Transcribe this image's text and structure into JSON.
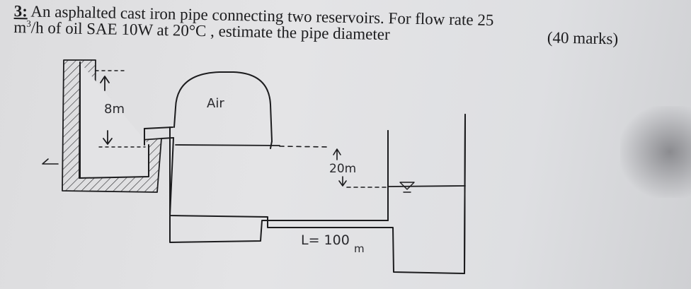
{
  "question": {
    "number": "3:",
    "line1_rest": " An asphalted cast iron pipe connecting two reservoirs. For flow rate 25",
    "line2_unit_base": "m",
    "line2_unit_exp": "3",
    "line2_rest": "/h of oil SAE 10W at 20°C , estimate the pipe diameter",
    "marks": "(40 marks)"
  },
  "diagram": {
    "height_label": "8m",
    "air_label": "Air",
    "level_diff_label": "20m",
    "length_label": "L= 100",
    "length_unit": "m"
  },
  "colors": {
    "ink": "#1c1c1e",
    "paper": "#e2e2e4",
    "hatch": "#333336"
  }
}
